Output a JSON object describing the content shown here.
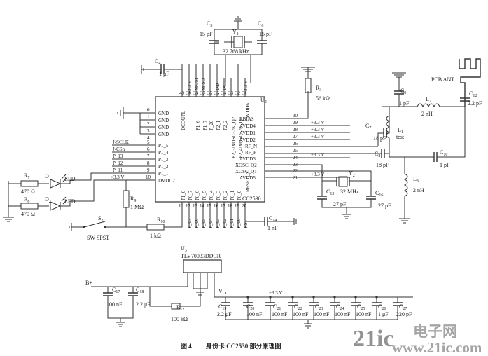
{
  "crystal_32k": {
    "y1": "Y",
    "y1_sub": "1",
    "freq": "32.768 kHz",
    "c5": "C",
    "c5_sub": "5",
    "c5_val": "15 pF",
    "c6": "C",
    "c6_sub": "6",
    "c6_val": "15 pF"
  },
  "c4": {
    "ref": "C",
    "sub": "4",
    "val": "1 μF"
  },
  "top_pin_labels": [
    "DCOUPL",
    "P1_6",
    "P1_7",
    "P_20",
    "P2_1",
    "P2_2",
    "P2_3/XOSC32K_Q2",
    "P2_4/XOSC32K_Q1",
    "AVDD6"
  ],
  "top_pin_numbers": [
    "40",
    "39",
    "38",
    "37",
    "36",
    "35",
    "34",
    "33",
    "32",
    "31"
  ],
  "top_net_labels": [
    "+3.3 V",
    "J-MOSI",
    "J-MISO",
    "J-DD",
    "J-DC",
    "+3.3 V"
  ],
  "left_pin_labels": [
    "GND",
    "GND",
    "GND",
    "GND",
    "P1_5",
    "P1_4",
    "P1_3",
    "P1_2",
    "P1_1",
    "DVDD2"
  ],
  "left_pin_numbers": [
    "0",
    "1",
    "2",
    "3",
    "4",
    "5",
    "6",
    "7",
    "8",
    "9",
    "10"
  ],
  "left_net_labels": [
    "J-SCLK",
    "J-CSn",
    "P_13",
    "P_12",
    "P_11",
    "+3.3 V"
  ],
  "right_pin_labels": [
    "RBIAS",
    "AVDD4",
    "AVDD1",
    "AVDD2",
    "RF_N",
    "RF_P",
    "AVDD3",
    "XOSC_Q2",
    "XOSC_Q1",
    "AVDD5"
  ],
  "right_pin_numbers": [
    "30",
    "29",
    "28",
    "27",
    "26",
    "25",
    "24",
    "23",
    "22",
    "21"
  ],
  "right_net_labels": [
    "+3.3 V",
    "+3.3 V",
    "+3.3 V",
    "+3.3 V",
    "+3.3 V"
  ],
  "bottom_pin_labels": [
    "P1_0",
    "P0_7",
    "P0_6",
    "P0_5",
    "P0_4",
    "P0_3",
    "P0_2",
    "P0_1",
    "P0_0",
    "RESET_N"
  ],
  "bottom_pin_numbers": [
    "11",
    "12",
    "13",
    "14",
    "15",
    "16",
    "17",
    "18",
    "19",
    "20"
  ],
  "bottom_net_labels": [
    "P_07",
    "P_06",
    "P_05",
    "P_04",
    "P_03",
    "P_02",
    "P_01",
    "P_00",
    "RST"
  ],
  "ic_u2": {
    "ref": "U",
    "sub": "2",
    "part": "CC2530"
  },
  "r3": {
    "ref": "R",
    "sub": "3",
    "val": "56 kΩ"
  },
  "rf_section": {
    "antenna": "PCB ANT",
    "c9": "C",
    "c9_sub": "9",
    "c9_val": "1 pF",
    "l2": "L",
    "l2_sub": "2",
    "l2_val": "2 nH",
    "c12": "C",
    "c12_sub": "12",
    "c12_val": "2.2 pF",
    "c7": "C",
    "c7_sub": "7",
    "c7_val": "18 pF",
    "l1": "L",
    "l1_sub": "1",
    "l1_note": "test",
    "c8": "C",
    "c8_sub": "8",
    "c8_val": "18 pF",
    "c10": "C",
    "c10_sub": "10",
    "c10_val": "1 pF",
    "l3": "L",
    "l3_sub": "3",
    "l3_val": "2 nH"
  },
  "crystal_32m": {
    "y2": "Y",
    "y2_sub": "2",
    "freq": "32 MHz",
    "c15": "C",
    "c15_sub": "15",
    "c15_val": "27 pF",
    "c16": "C",
    "c16_sub": "16",
    "c16_val": "27 pF"
  },
  "leds": {
    "r7": "R",
    "r7_sub": "7",
    "r7_val": "470 Ω",
    "d1": "D",
    "d1_sub": "1",
    "d1_label": "LED",
    "r8": "R",
    "r8_sub": "8",
    "r8_val": "470 Ω",
    "d2": "D",
    "d2_sub": "2",
    "d2_label": "LED"
  },
  "switch": {
    "ref": "S",
    "sub": "2",
    "name": "SW SPST"
  },
  "r9": {
    "ref": "R",
    "sub": "9",
    "val": "1 MΩ"
  },
  "r10": {
    "ref": "R",
    "sub": "10",
    "val": "1 kΩ"
  },
  "c14": {
    "ref": "C",
    "sub": "14",
    "val": "1 nF"
  },
  "regulator": {
    "ref": "U",
    "sub": "3",
    "part": "TLV70033DDCR",
    "input": "B+",
    "c17": "C",
    "c17_sub": "17",
    "c17_val": "100 nF",
    "c18": "C",
    "c18_sub": "18",
    "c18_val": "2.2 μF",
    "r12": "R",
    "r12_sub": "12",
    "r12_val": "100 kΩ",
    "vcc": "V",
    "vcc_sub": "CC",
    "rail": "+3.3 V"
  },
  "decoupling": [
    {
      "ref": "C",
      "sub": "19",
      "val": "2.2 μF"
    },
    {
      "ref": "C",
      "sub": "20",
      "val": "100 nF"
    },
    {
      "ref": "C",
      "sub": "21",
      "val": "100 nF"
    },
    {
      "ref": "C",
      "sub": "22",
      "val": "100 nF"
    },
    {
      "ref": "C",
      "sub": "23",
      "val": "100 nF"
    },
    {
      "ref": "C",
      "sub": "24",
      "val": "100 nF"
    },
    {
      "ref": "C",
      "sub": "25",
      "val": "100 nF"
    },
    {
      "ref": "C",
      "sub": "26",
      "val": "1 μF"
    },
    {
      "ref": "C",
      "sub": "27",
      "val": "220 pF"
    }
  ],
  "caption": {
    "fig": "图 4",
    "title": "身份卡 CC2530 部分原理图"
  },
  "watermark": {
    "big": "21ic",
    "cn": "电子网",
    "site": "www.21ic.com"
  }
}
